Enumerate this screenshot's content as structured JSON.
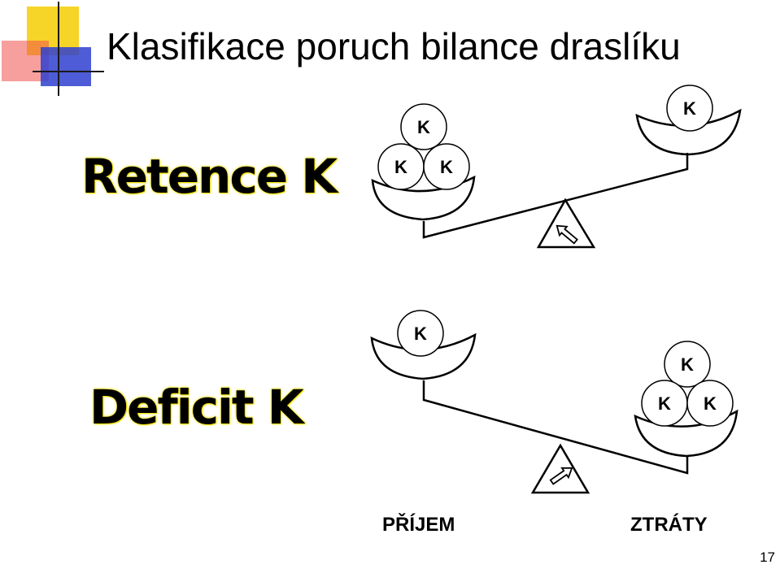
{
  "slide": {
    "title": "Klasifikace poruch bilance draslíku",
    "page_number": "17"
  },
  "retence": {
    "label": "Retence K",
    "left_pan_balls": [
      "K",
      "K",
      "K"
    ],
    "right_pan_balls": [
      "K"
    ],
    "arrow_direction": "up-left"
  },
  "deficit": {
    "label": "Deficit K",
    "left_pan_balls": [
      "K"
    ],
    "right_pan_balls": [
      "K",
      "K",
      "K"
    ],
    "arrow_direction": "up-right"
  },
  "footer": {
    "left_label": "PŘÍJEM",
    "right_label": "ZTRÁTY"
  },
  "colors": {
    "logo_yellow": "#f7d21c",
    "logo_red": "#f0504a",
    "logo_blue": "#2f3fd0",
    "label_glow": "#f2e100"
  }
}
